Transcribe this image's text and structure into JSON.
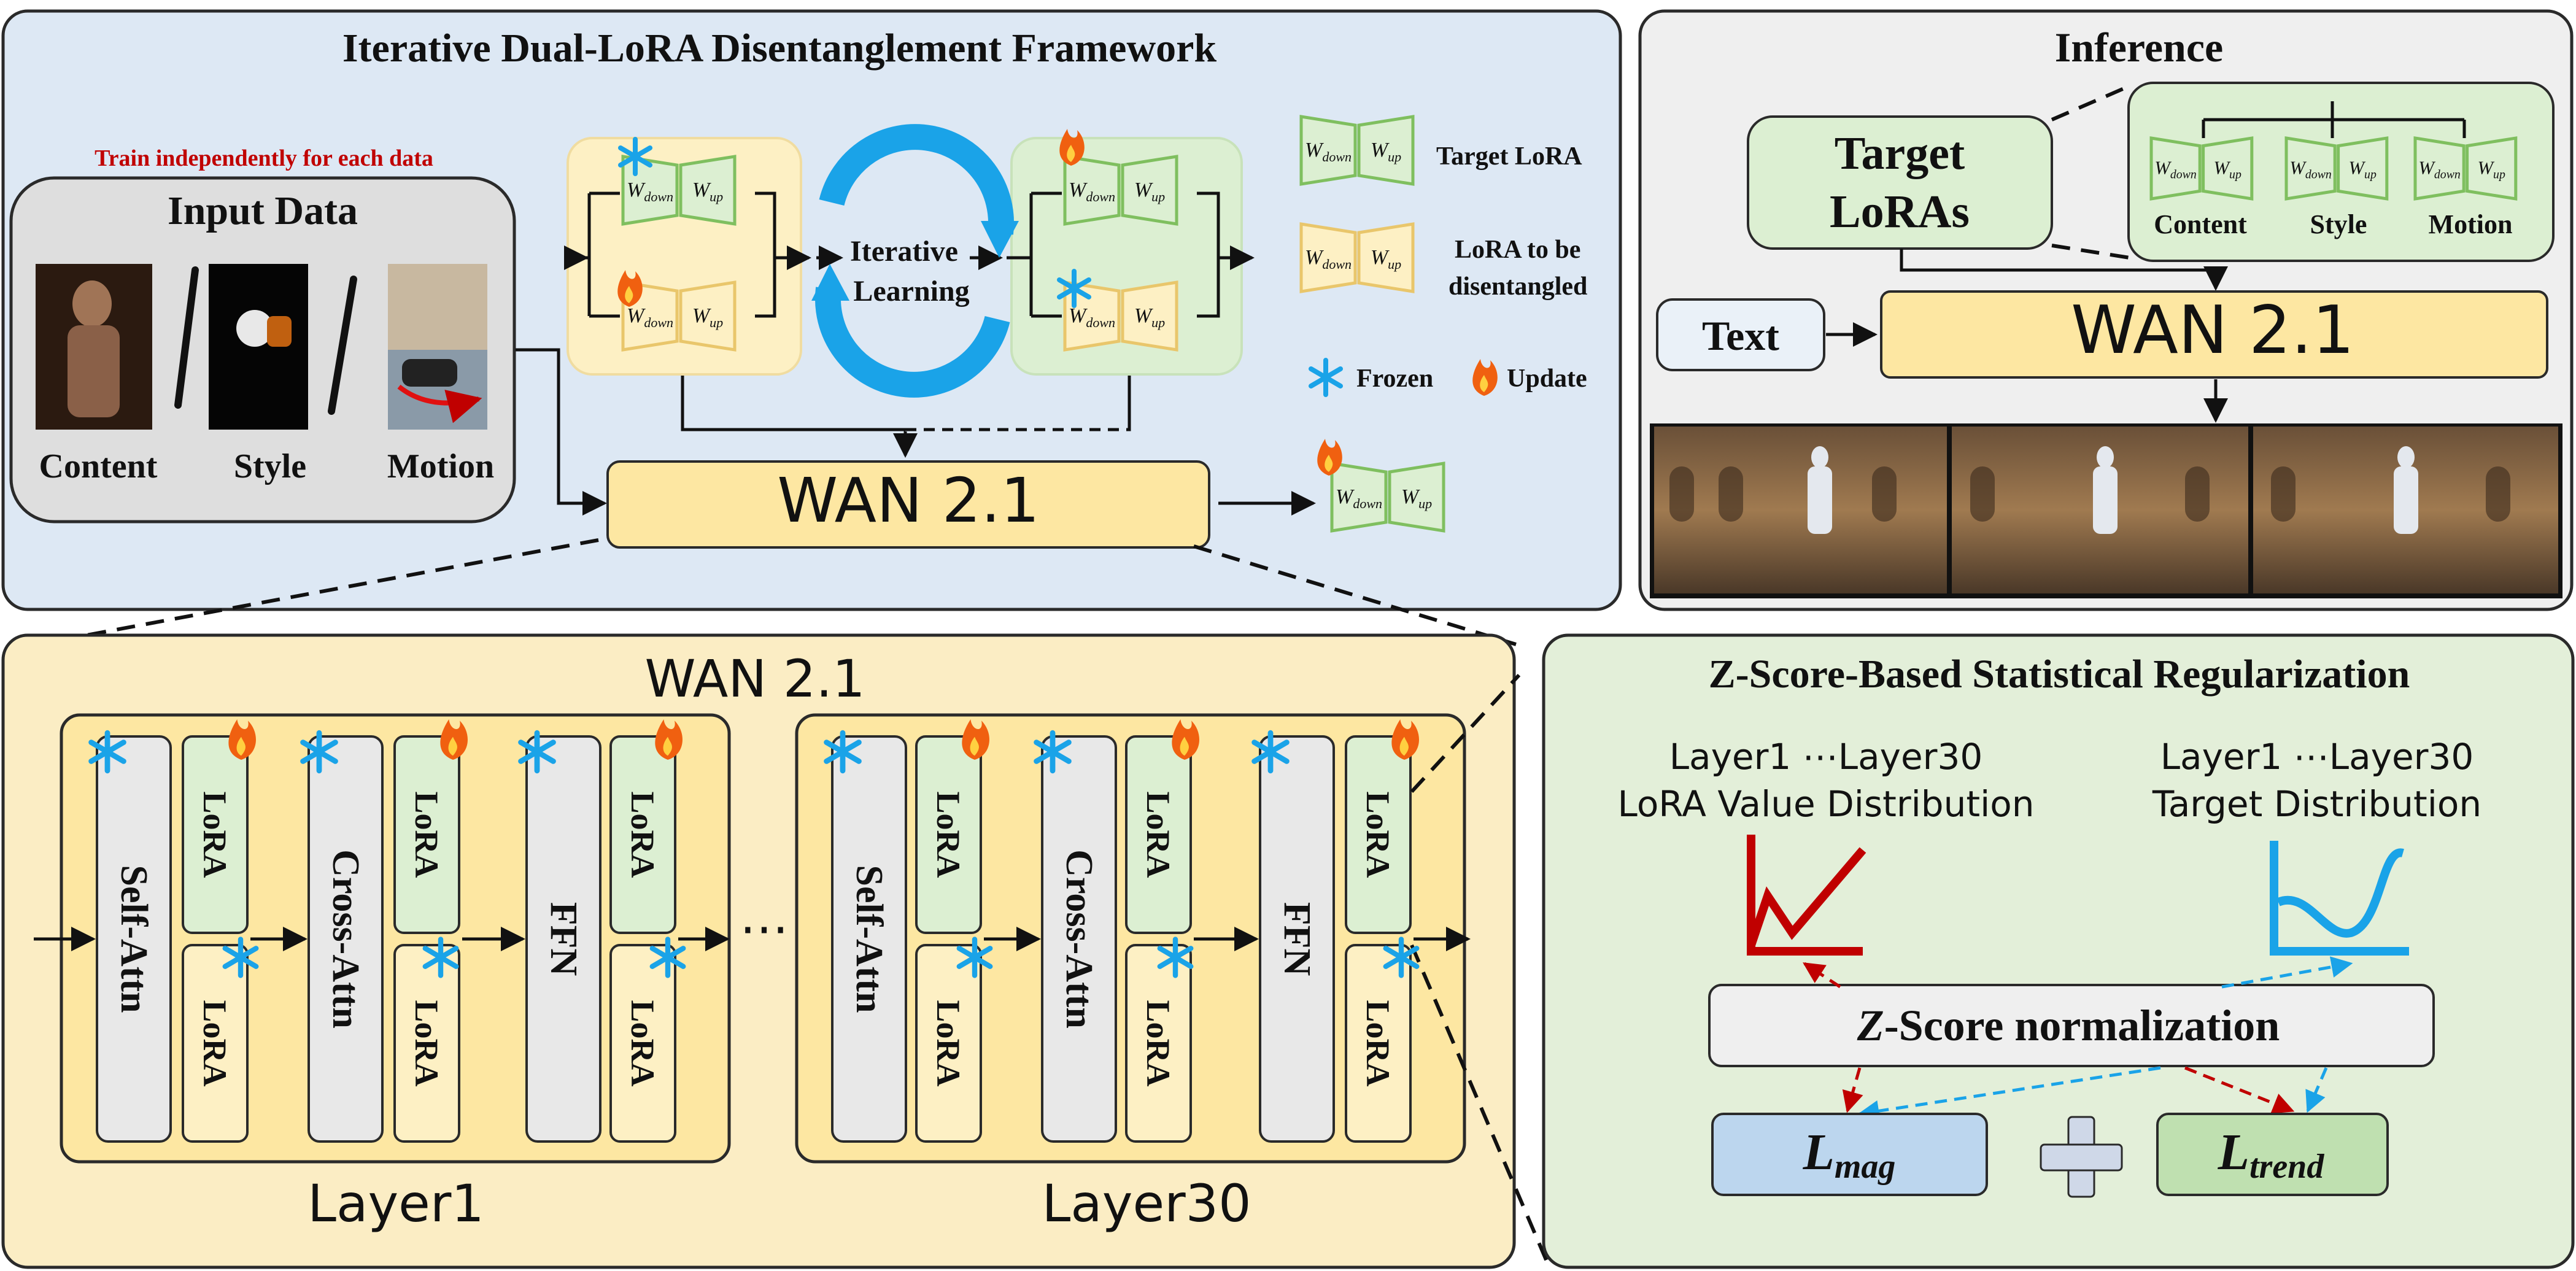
{
  "framework": {
    "title": "Iterative Dual-LoRA Disentanglement Framework",
    "train_note": "Train independently for each data",
    "input_data": {
      "title": "Input Data",
      "items": [
        "Content",
        "Style",
        "Motion"
      ]
    },
    "iterative_label_line1": "Iterative",
    "iterative_label_line2": "Learning",
    "wan_label": "WAN 2.1",
    "lora_weights": {
      "down_main": "W",
      "down_sub": "down",
      "up_main": "W",
      "up_sub": "up"
    }
  },
  "legend": {
    "target_lora": "Target LoRA",
    "lora_disentangled_line1": "LoRA to be",
    "lora_disentangled_line2": "disentangled",
    "frozen": "Frozen",
    "update": "Update"
  },
  "inference": {
    "title": "Inference",
    "target_loras_line1": "Target",
    "target_loras_line2": "LoRAs",
    "lora_types": [
      "Content",
      "Style",
      "Motion"
    ],
    "text_label": "Text",
    "wan_label": "WAN 2.1"
  },
  "wan_detail": {
    "title": "WAN 2.1",
    "blocks": [
      "Self-Attn",
      "Cross-Attn",
      "FFN"
    ],
    "lora_label": "LoRA",
    "layer_first": "Layer1",
    "layer_last": "Layer30",
    "ellipsis": "⋯"
  },
  "zscore": {
    "title": "Z-Score-Based Statistical Regularization",
    "left_line1": "Layer1 ⋯Layer30",
    "left_line2": "LoRA Value Distribution",
    "right_line1": "Layer1 ⋯Layer30",
    "right_line2": "Target Distribution",
    "normalization_z": "Z",
    "normalization_rest": "-Score normalization",
    "loss_mag_main": "L",
    "loss_mag_sub": "mag",
    "loss_trend_main": "L",
    "loss_trend_sub": "trend",
    "plus": "+"
  },
  "colors": {
    "framework_bg": "#dde8f4",
    "inference_bg": "#efefef",
    "wan_panel_bg": "#fbedc4",
    "zscore_bg": "#e3efd9",
    "wan_box": "#fde7a2",
    "lora_green": "#dcefd2",
    "lora_green_border": "#7fbf5f",
    "lora_yellow": "#fdf0c4",
    "lora_yellow_border": "#e9c66b",
    "red": "#c00000",
    "blue": "#1aa3e8",
    "mag_box": "#bcd6ee",
    "trend_box": "#bfe0b0"
  }
}
